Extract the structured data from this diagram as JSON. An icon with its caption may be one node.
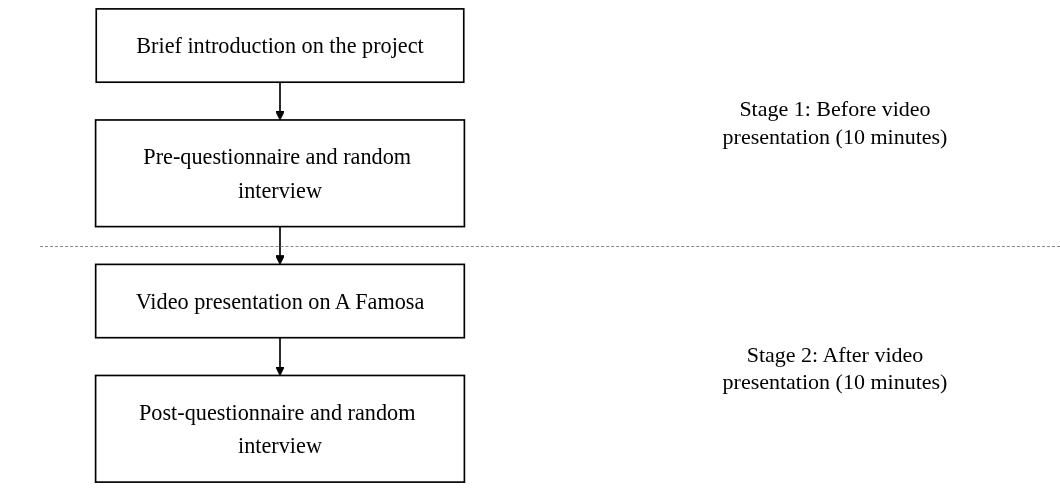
{
  "diagram": {
    "nodes": [
      {
        "text": [
          "Brief introduction on the project"
        ]
      },
      {
        "text": [
          "Pre-questionnaire and random interview"
        ]
      },
      {
        "text": [
          "Video presentation on A Famosa"
        ]
      },
      {
        "text": [
          "Post-questionnaire and random interview"
        ]
      }
    ],
    "edges": [
      {
        "from": 0,
        "to": 1,
        "arrow": "to"
      },
      {
        "from": 1,
        "to": 2,
        "arrow": "to"
      },
      {
        "from": 2,
        "to": 3,
        "arrow": "to"
      }
    ],
    "labels": [
      "Stage 1: Before video presentation (10 minutes)",
      "Stage 2: After video presentation (10 minutes)"
    ]
  }
}
